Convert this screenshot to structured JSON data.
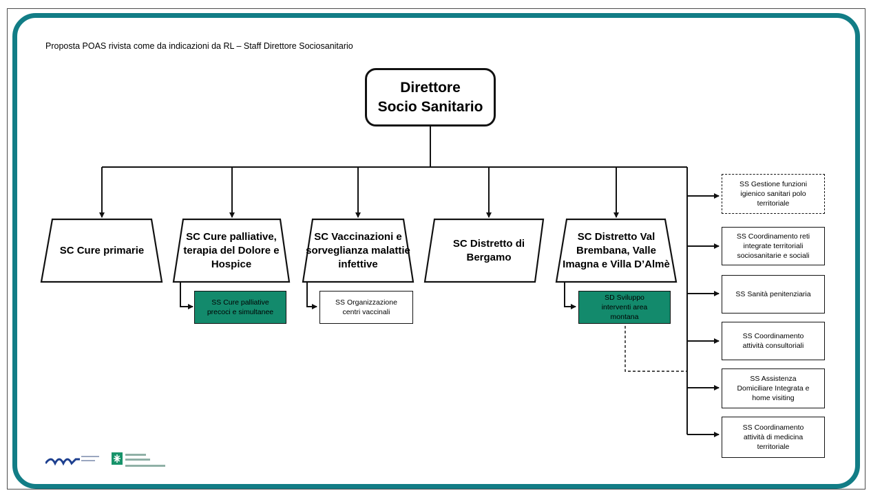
{
  "header": {
    "title": "Proposta POAS rivista come da indicazioni da RL – Staff Direttore Sociosanitario"
  },
  "director": {
    "line1": "Direttore",
    "line2": "Socio Sanitario"
  },
  "units": [
    {
      "lines": [
        "SC Cure primarie"
      ]
    },
    {
      "lines": [
        "SC Cure palliative,",
        "terapia del Dolore",
        "e Hospice"
      ]
    },
    {
      "lines": [
        "SC Vaccinazioni e",
        "sorveglianza",
        "malattie infettive"
      ]
    },
    {
      "lines": [
        "SC  Distretto di",
        "Bergamo"
      ]
    },
    {
      "lines": [
        "SC Distretto Val",
        "Brembana, Valle",
        "Imagna e Villa",
        "D’Almè"
      ]
    }
  ],
  "sub_units": [
    {
      "lines": [
        "SS Cure palliative",
        "precoci e simultanee"
      ],
      "style": "green"
    },
    {
      "lines": [
        "SS Organizzazione",
        "centri vaccinali"
      ],
      "style": "white"
    },
    {
      "lines": [
        "SD  Sviluppo",
        "interventi area",
        "montana"
      ],
      "style": "green"
    }
  ],
  "staff_units": [
    {
      "lines": [
        "SS  Gestione funzioni",
        "igienico sanitari polo",
        "territoriale"
      ],
      "border": "dashed"
    },
    {
      "lines": [
        "SS  Coordinamento reti",
        "integrate territoriali",
        "sociosanitarie e sociali"
      ],
      "border": "solid"
    },
    {
      "lines": [
        "SS  Sanità penitenziaria"
      ],
      "border": "solid"
    },
    {
      "lines": [
        "SS Coordinamento",
        "attività consultoriali"
      ],
      "border": "solid"
    },
    {
      "lines": [
        "SS  Assistenza",
        "Domiciliare Integrata e",
        "home visiting"
      ],
      "border": "solid"
    },
    {
      "lines": [
        "SS Coordinamento",
        "attività di medicina",
        "territoriale"
      ],
      "border": "solid"
    }
  ],
  "colors": {
    "panel_border": "#127d86",
    "green_fill": "#138a6c",
    "line": "#111111"
  },
  "logos": {
    "left": "regional-system-logo",
    "right": "regione-lombardia-logo"
  }
}
